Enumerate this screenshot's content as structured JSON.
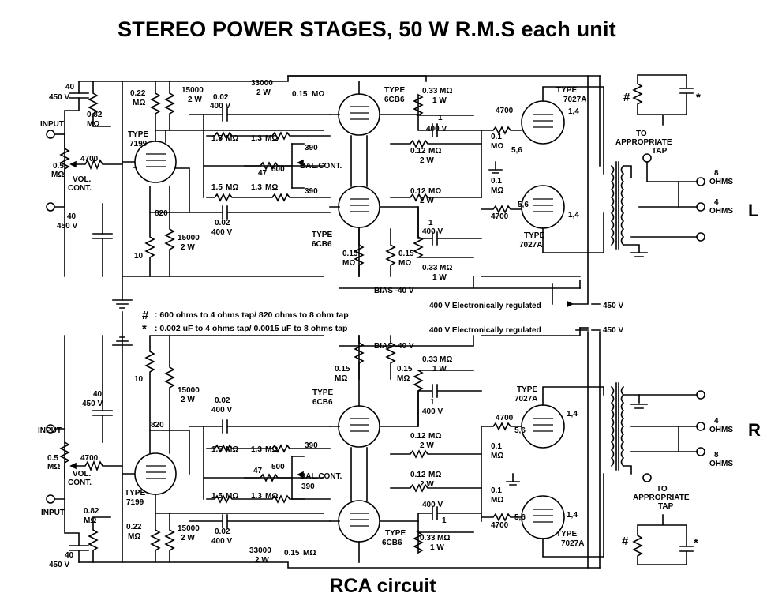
{
  "title": "STEREO POWER STAGES, 50 W R.M.S each unit",
  "footer": "RCA circuit",
  "channels": {
    "left": "L",
    "right": "R"
  },
  "notes": {
    "hash_symbol": "#",
    "hash_text": ": 600 ohms to 4 ohms tap/ 820 ohms to 8 ohm tap",
    "star_symbol": "*",
    "star_text": ": 0.002 uF to 4 ohms tap/ 0.0015 uF to 8 ohms tap"
  },
  "rails": {
    "bias": "BIAS -40 V",
    "regulated": "400 V Electronically regulated",
    "supply": "450 V"
  },
  "labels": {
    "input": "INPUT",
    "vol": "VOL.",
    "cont": "CONT.",
    "bal_cont": "BAL.CONT.",
    "type": "TYPE",
    "tube_driver": "7199",
    "tube_phase": "6CB6",
    "tube_output": "7027A",
    "to": "TO",
    "appropriate": "APPROPRIATE",
    "tap": "TAP",
    "ohms_8": "8",
    "ohms_4": "4",
    "ohms": "OHMS"
  },
  "components": {
    "c40": "40",
    "v450": "450 V",
    "r082": "0.82",
    "r022": "0.22",
    "meg": "MΩ",
    "r05": "0.5",
    "r4700": "4700",
    "r15000": "15000",
    "w2": "2 W",
    "w1": "1 W",
    "c002": "0.02",
    "v400": "400 V",
    "r33000": "33000",
    "r015": "0.15",
    "r033": "0.33",
    "r15": "1.5",
    "r13": "1.3",
    "r47": "47",
    "r390": "390",
    "r500": "500",
    "r820": "820",
    "r10": "10",
    "r012": "0.12",
    "r01": "0.1",
    "c1": "1",
    "pins_56": "5,6",
    "pins_14": "1,4"
  }
}
